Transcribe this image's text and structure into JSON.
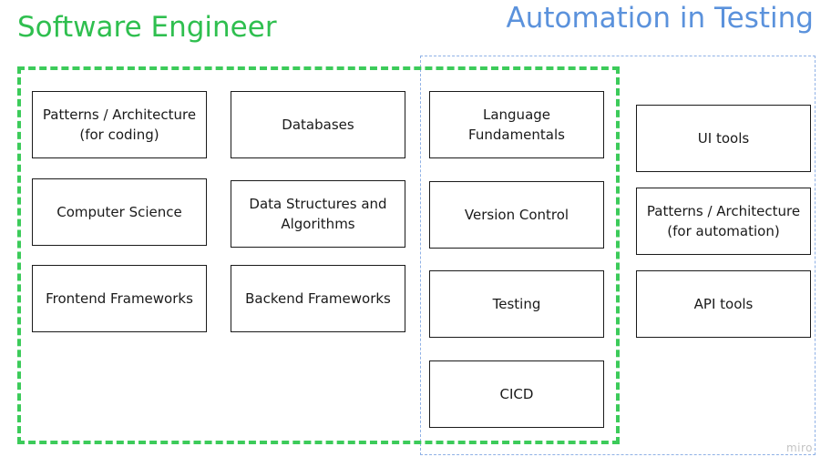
{
  "titles": {
    "software_engineer": "Software Engineer",
    "automation_testing": "Automation in Testing"
  },
  "colors": {
    "software_engineer": "#3ccb5a",
    "automation_testing": "#5b92dc"
  },
  "boxes": {
    "patterns_coding": "Patterns / Architecture\n(for coding)",
    "databases": "Databases",
    "computer_science": "Computer Science",
    "data_structures": "Data Structures and\nAlgorithms",
    "frontend": "Frontend Frameworks",
    "backend": "Backend Frameworks",
    "language": "Language\nFundamentals",
    "version_control": "Version Control",
    "testing": "Testing",
    "cicd": "CICD",
    "ui_tools": "UI tools",
    "patterns_automation": "Patterns / Architecture\n(for automation)",
    "api_tools": "API tools"
  },
  "watermark": "miro"
}
